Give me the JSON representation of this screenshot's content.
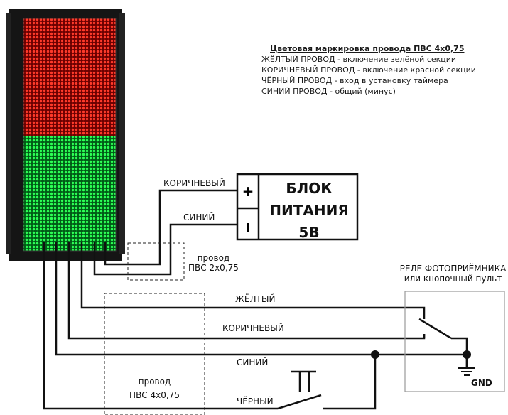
{
  "legend": {
    "title": "Цветовая маркировка провода ПВС 4х0,75",
    "lines": [
      "ЖЁЛТЫЙ ПРОВОД - включение зелёной секции",
      "КОРИЧНЕВЫЙ ПРОВОД - включение красной секции",
      "ЧЁРНЫЙ ПРОВОД - вход в установку таймера",
      "СИНИЙ ПРОВОД - общий (минус)"
    ]
  },
  "power_supply": {
    "lines": [
      "БЛОК",
      "ПИТАНИЯ",
      "5В"
    ],
    "plus": "+",
    "minus": "I"
  },
  "wire_labels": {
    "psu_brown": "КОРИЧНЕВЫЙ",
    "psu_blue": "СИНИЙ",
    "yellow": "ЖЁЛТЫЙ",
    "brown": "КОРИЧНЕВЫЙ",
    "blue": "СИНИЙ",
    "black": "ЧЁРНЫЙ"
  },
  "cable_2": {
    "line1": "провод",
    "line2": "ПВС 2х0,75"
  },
  "cable_4": {
    "line1": "провод",
    "line2": "ПВС 4х0,75"
  },
  "relay": {
    "line1": "РЕЛЕ ФОТОПРИЁМНИКА",
    "line2": "или кнопочный пульт"
  },
  "gnd": "GND",
  "colors": {
    "red_section": "#ff2020",
    "green_section": "#22ee44",
    "frame": "#1b1b1b",
    "wire": "#111111"
  }
}
